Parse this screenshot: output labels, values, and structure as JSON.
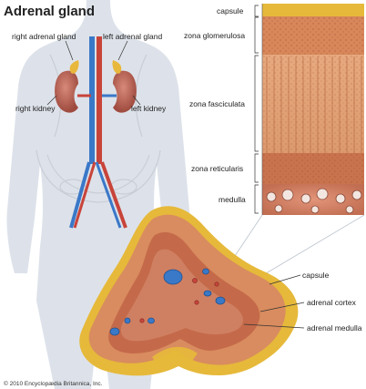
{
  "title": "Adrenal gland",
  "body_labels": {
    "right_adrenal_gland": "right adrenal gland",
    "left_adrenal_gland": "left adrenal gland",
    "right_kidney": "right kidney",
    "left_kidney": "left kidney"
  },
  "layer_labels": {
    "capsule": "capsule",
    "zona_glomerulosa": "zona glomerulosa",
    "zona_fasciculata": "zona fasciculata",
    "zona_reticularis": "zona reticularis",
    "medulla": "medulla"
  },
  "cross_section_labels": {
    "capsule": "capsule",
    "adrenal_cortex": "adrenal cortex",
    "adrenal_medulla": "adrenal medulla"
  },
  "credit": "© 2010 Encyclopædia Britannica, Inc.",
  "colors": {
    "cortex": "#d98c5f",
    "capsule": "#e6b93a",
    "medulla": "#c46a4a",
    "vein": "#3a78c8",
    "artery": "#c8443a",
    "silhouette": "#d7dde6"
  }
}
